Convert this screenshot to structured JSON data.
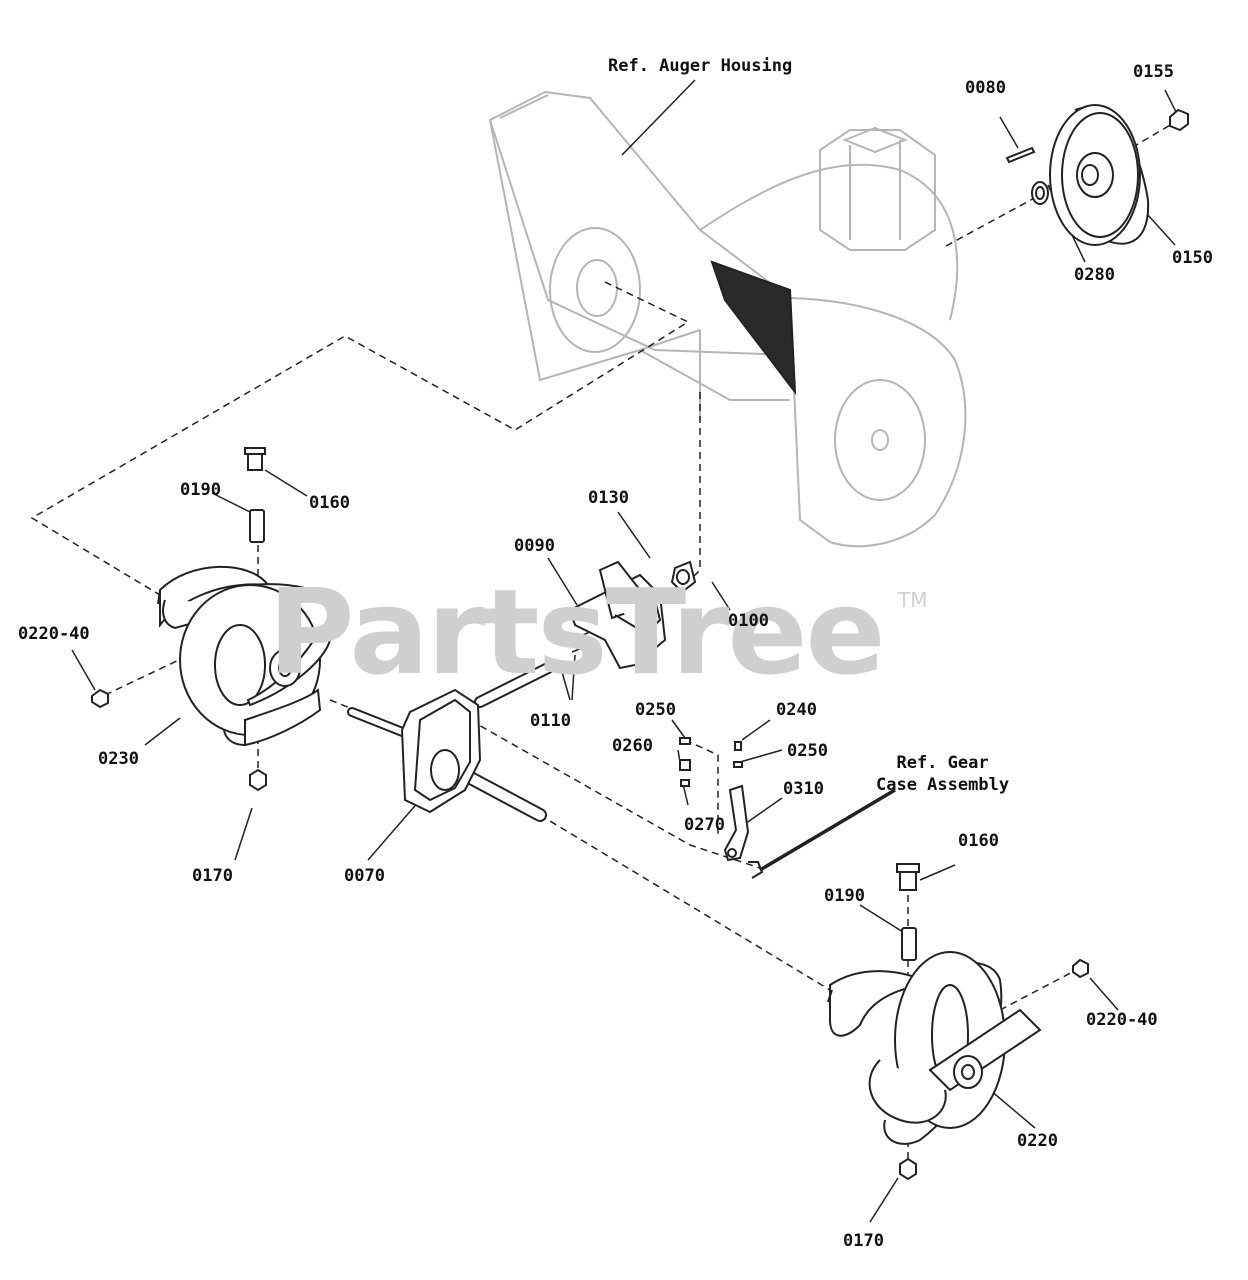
{
  "watermark": {
    "text": "PartsTree",
    "tm": "TM"
  },
  "references": {
    "auger_housing": "Ref. Auger Housing",
    "gear_case_line1": "Ref. Gear",
    "gear_case_line2": "Case Assembly"
  },
  "parts": {
    "p0080": "0080",
    "p0155": "0155",
    "p0150": "0150",
    "p0280": "0280",
    "p0190_left": "0190",
    "p0160_left": "0160",
    "p0130": "0130",
    "p0090": "0090",
    "p0100": "0100",
    "p0220_40_left": "0220-40",
    "p0110": "0110",
    "p0250_a": "0250",
    "p0240": "0240",
    "p0250_b": "0250",
    "p0260": "0260",
    "p0230": "0230",
    "p0310": "0310",
    "p0270": "0270",
    "p0170_left": "0170",
    "p0070": "0070",
    "p0160_right": "0160",
    "p0190_right": "0190",
    "p0220_40_right": "0220-40",
    "p0220": "0220",
    "p0170_right": "0170"
  }
}
